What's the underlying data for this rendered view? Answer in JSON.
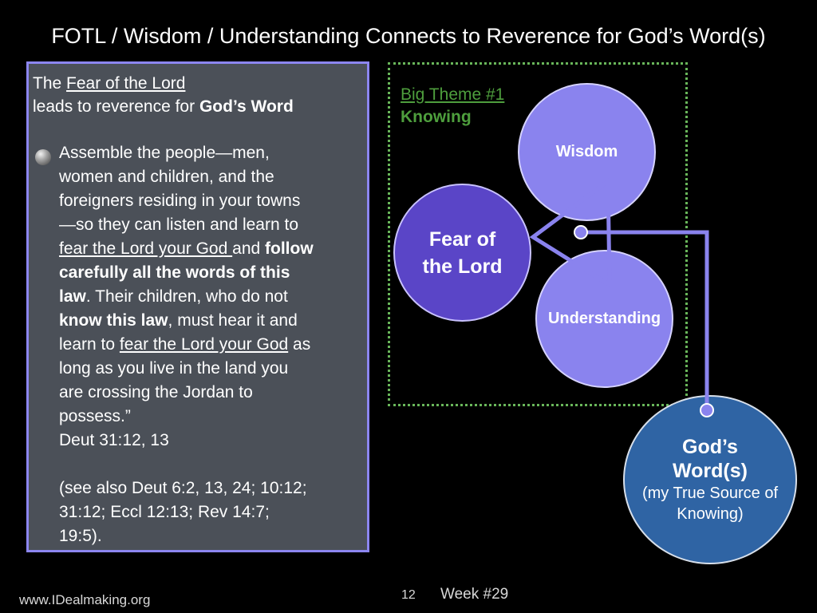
{
  "slide": {
    "title": "FOTL / Wisdom / Understanding Connects to Reverence for God’s Word(s)",
    "footer_url": "www.IDealmaking.org",
    "page_number": "12",
    "week": "Week #29"
  },
  "left_panel": {
    "intro_the": "The ",
    "intro_fotl": "Fear of the Lord",
    "intro_line2": "leads to reverence for ",
    "intro_gods_word": "God’s Word",
    "quote": {
      "l1": "Assemble the people—men,",
      "l2": "women and children, and the",
      "l3": "foreigners residing in your towns",
      "l4": "—so they can listen and learn to",
      "l5_u": "fear the Lord your God ",
      "l5_a": "and ",
      "l5_b": "follow",
      "l6_b": "carefully all the words of this",
      "l7_b": "law",
      "l7_a": ". Their children, who do not",
      "l8_b": "know this law",
      "l8_a": ", must hear it and",
      "l9_a": "learn to ",
      "l9_u": "fear the Lord your God",
      "l9_c": " as",
      "l10": "long as you live in the land you",
      "l11": "are crossing the Jordan to",
      "l12": "possess.”",
      "l13": "Deut 31:12, 13",
      "l14": "(see also Deut 6:2, 13, 24; 10:12;",
      "l15": "31:12;  Eccl 12:13; Rev 14:7;",
      "l16": "19:5)."
    }
  },
  "diagram": {
    "theme_title": "Big Theme #1",
    "theme_subtitle": "Knowing",
    "wisdom": "Wisdom",
    "understanding": "Understanding",
    "fear_line1": "Fear of",
    "fear_line2": "the Lord",
    "gods_word_line1": "God’s",
    "gods_word_line2": "Word(s)",
    "gods_word_sub1": "(my True Source of",
    "gods_word_sub2": "Knowing)"
  },
  "colors": {
    "panel_bg": "#4b5058",
    "panel_border": "#8c86f0",
    "theme_green": "#4e9e3d",
    "circle_light": "#8a83ee",
    "circle_dark": "#5a45c7",
    "gods_word_blue": "#2f64a4",
    "connector": "#8a83ee"
  }
}
